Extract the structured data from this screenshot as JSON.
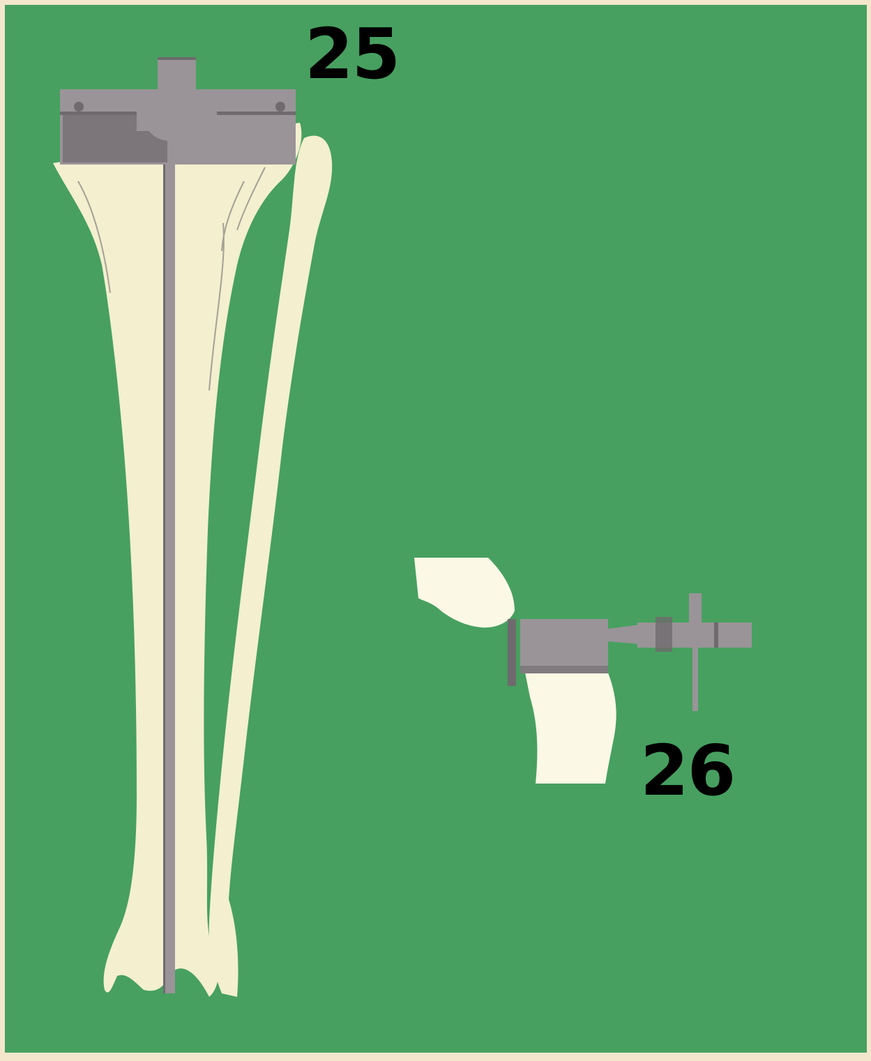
{
  "figure_labels": {
    "left": "25",
    "right": "26"
  },
  "colors": {
    "background": "#47a060",
    "frame": "#f3e6cc",
    "bone": "#f3efcf",
    "bone_light": "#fbf8e6",
    "instrument": "#9a9498",
    "instrument_dark": "#6f6a6e",
    "outline": "#4a4448"
  },
  "illustrations": [
    {
      "name": "tibia-fibula-with-intramedullary-rod"
    },
    {
      "name": "proximal-tibia-with-cutting-guide"
    }
  ]
}
